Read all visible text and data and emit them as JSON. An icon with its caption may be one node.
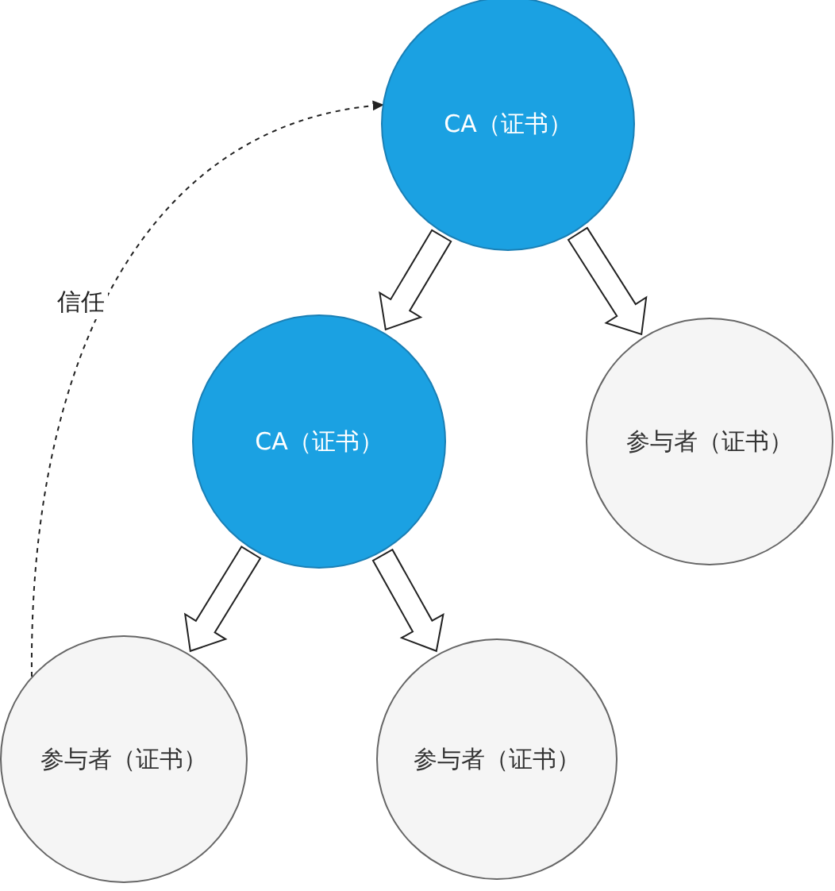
{
  "diagram": {
    "nodes": [
      {
        "text": [
          "CA（证书）"
        ]
      },
      {
        "text": [
          "CA（证书）"
        ]
      },
      {
        "text": [
          "参与者（证书）"
        ]
      },
      {
        "text": [
          "参与者（证书）"
        ]
      },
      {
        "text": [
          "参与者（证书）"
        ]
      }
    ],
    "edges": [
      {
        "from": 0,
        "to": 1,
        "arrow": "to"
      },
      {
        "from": 0,
        "to": 2,
        "arrow": "to"
      },
      {
        "from": 1,
        "to": 3,
        "arrow": "to"
      },
      {
        "from": 1,
        "to": 4,
        "arrow": "to"
      },
      {
        "from": 3,
        "to": 0,
        "arrow": "to",
        "style": "dashed",
        "label": "信任"
      }
    ]
  }
}
